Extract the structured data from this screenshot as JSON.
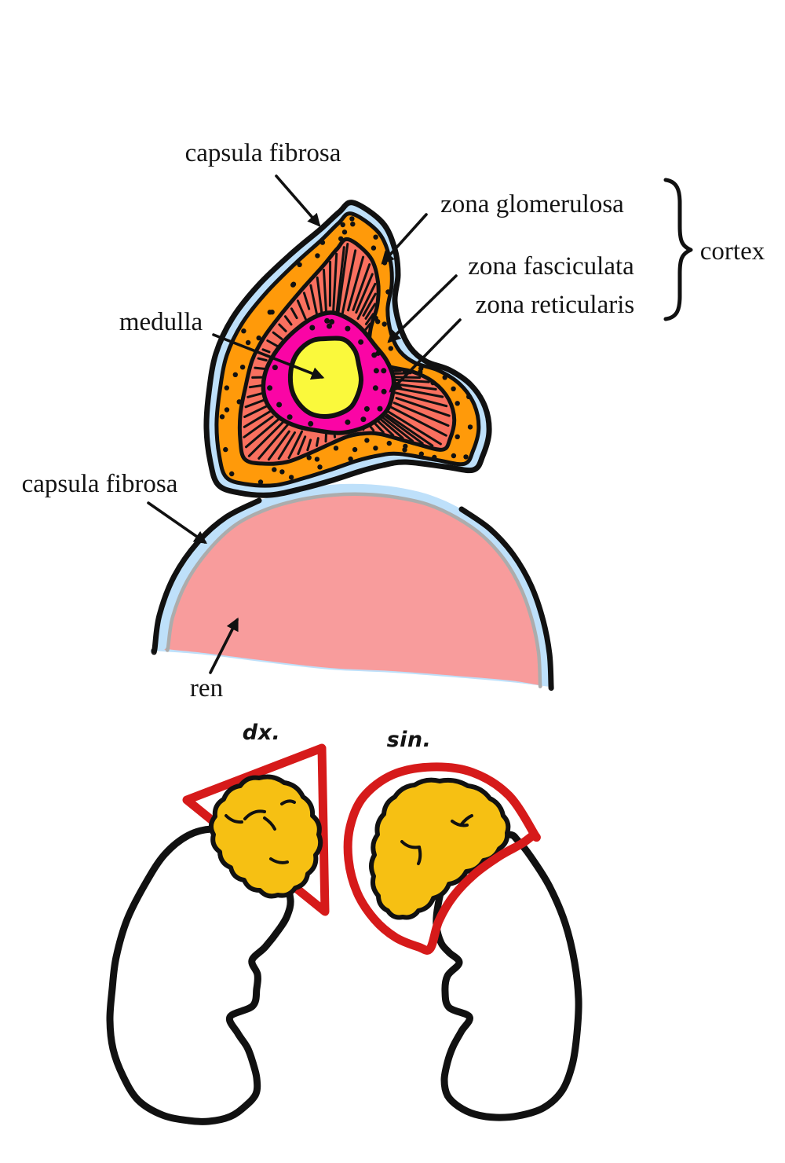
{
  "diagram": {
    "top_section": {
      "labels": {
        "capsula_fibrosa": "capsula fibrosa",
        "zona_glomerulosa": "zona glomerulosa",
        "zona_fasciculata": "zona fasciculata",
        "zona_reticularis": "zona reticularis",
        "cortex": "cortex",
        "medulla": "medulla",
        "capsula_fibrosa_kidney": "capsula fibrosa",
        "ren": "ren"
      }
    },
    "bottom_section": {
      "labels": {
        "right_adrenal": "dx.",
        "left_adrenal": "sin."
      }
    },
    "colors": {
      "background": "#FFFFFF",
      "ink": "#111111",
      "capsule_blue": "#BEE0FA",
      "zona_glomerulosa_orange": "#FF9A0A",
      "zona_fasciculata_salmon": "#F9705F",
      "zona_reticularis_magenta": "#FA05A5",
      "medulla_yellow": "#FAF93C",
      "ren_pink": "#F89C9C",
      "ren_capsule_gray": "#ACACAC",
      "gland_gold": "#F6C013",
      "outline_red": "#D61A1A"
    }
  }
}
